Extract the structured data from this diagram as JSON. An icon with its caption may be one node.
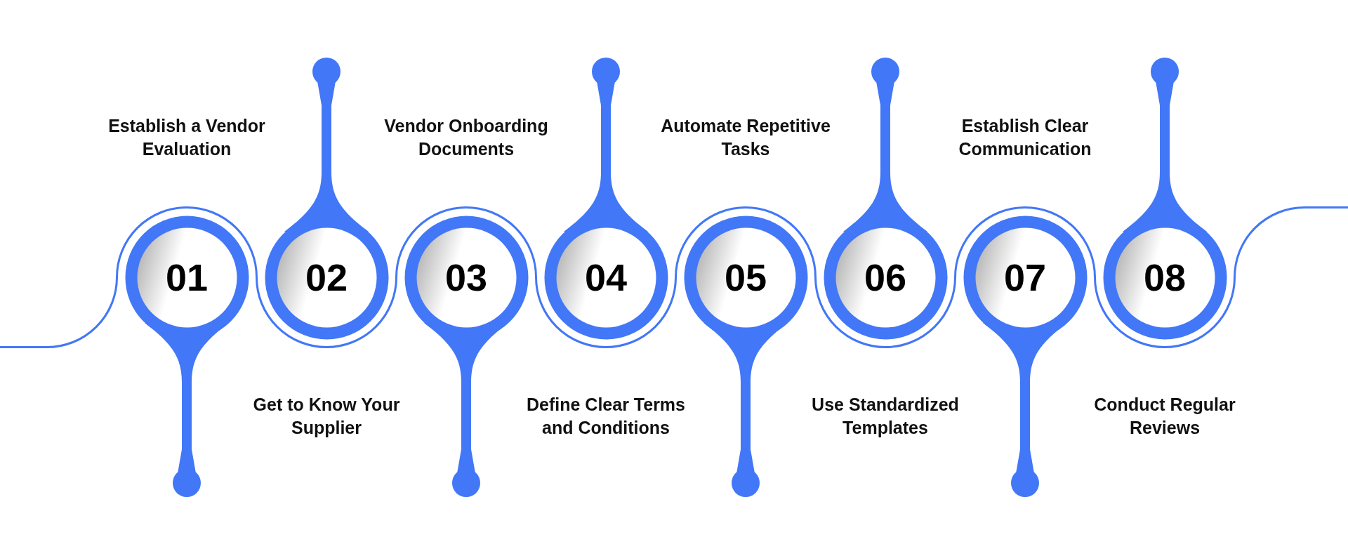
{
  "diagram": {
    "nodes": [
      {
        "text": [
          "01"
        ],
        "beside": [
          "Establish a Vendor Evaluation"
        ]
      },
      {
        "text": [
          "02"
        ],
        "beside": [
          "Get to Know Your Supplier"
        ]
      },
      {
        "text": [
          "03"
        ],
        "beside": [
          "Vendor Onboarding Documents"
        ]
      },
      {
        "text": [
          "04"
        ],
        "beside": [
          "Define Clear Terms and Conditions"
        ]
      },
      {
        "text": [
          "05"
        ],
        "beside": [
          "Automate Repetitive Tasks"
        ]
      },
      {
        "text": [
          "06"
        ],
        "beside": [
          "Use Standardized Templates"
        ]
      },
      {
        "text": [
          "07"
        ],
        "beside": [
          "Establish Clear Communication"
        ]
      },
      {
        "text": [
          "08"
        ],
        "beside": [
          "Conduct Regular Reviews"
        ]
      }
    ],
    "edges": [
      {
        "from": null,
        "to": 0,
        "arrow": "none"
      },
      {
        "from": 0,
        "to": 1,
        "arrow": "none"
      },
      {
        "from": 1,
        "to": 2,
        "arrow": "none"
      },
      {
        "from": 2,
        "to": 3,
        "arrow": "none"
      },
      {
        "from": 3,
        "to": 4,
        "arrow": "none"
      },
      {
        "from": 4,
        "to": 5,
        "arrow": "none"
      },
      {
        "from": 5,
        "to": 6,
        "arrow": "none"
      },
      {
        "from": 6,
        "to": 7,
        "arrow": "none"
      },
      {
        "from": 7,
        "to": null,
        "arrow": "none"
      }
    ]
  }
}
